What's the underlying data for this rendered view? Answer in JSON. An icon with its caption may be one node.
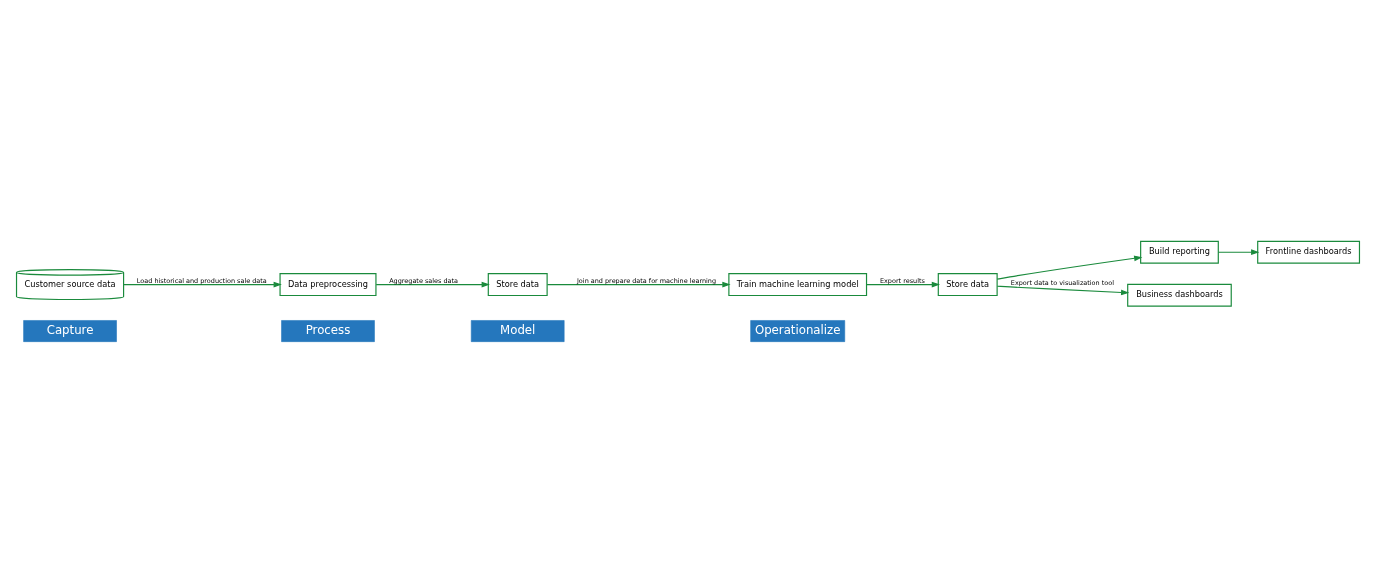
{
  "diagram": {
    "nodes": [
      {
        "text": [
          "Capture"
        ]
      },
      {
        "text": [
          "Process"
        ]
      },
      {
        "text": [
          "Model"
        ]
      },
      {
        "text": [
          "Operationalize"
        ]
      },
      {
        "text": [
          "Data preprocessing"
        ]
      },
      {
        "text": [
          "Store data"
        ]
      },
      {
        "text": [
          "Train machine learning model"
        ]
      },
      {
        "text": [
          "Store data"
        ]
      },
      {
        "text": [
          "Build reporting"
        ]
      },
      {
        "text": [
          "Business dashboards"
        ]
      },
      {
        "text": [
          "Frontline dashboards"
        ]
      },
      {
        "text": [
          "Customer source data"
        ]
      }
    ],
    "edges": [
      {
        "from": 11,
        "to": 4,
        "arrow": "to",
        "label": "Load historical and production sale data"
      },
      {
        "from": 4,
        "to": 5,
        "arrow": "to",
        "label": "Aggregate sales data"
      },
      {
        "from": 5,
        "to": 6,
        "arrow": "to",
        "label": "Join and prepare data for machine learning"
      },
      {
        "from": 6,
        "to": 7,
        "arrow": "to",
        "label": "Export results"
      },
      {
        "from": 7,
        "to": 9,
        "arrow": "to",
        "label": "Export data to visualization tool"
      },
      {
        "from": 7,
        "to": 8,
        "arrow": "to"
      },
      {
        "from": 8,
        "to": 10,
        "arrow": "to"
      }
    ]
  }
}
